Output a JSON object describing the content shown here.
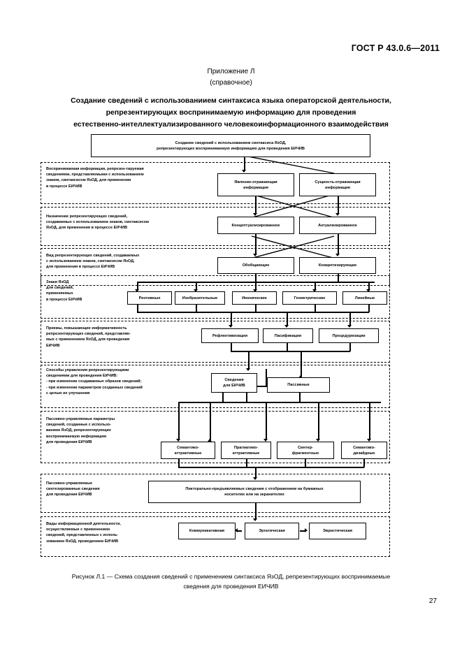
{
  "header": {
    "standard": "ГОСТ Р 43.0.6—2011",
    "appendix": "Приложение Л",
    "appendix_kind": "(справочное)",
    "title_line1": "Создание сведений с использованиием синтаксиса языка операторской деятельности,",
    "title_line2": "репрезентирующих воспринимаемую информацию для проведения",
    "title_line3": "естественно-интеллектуализированного человекоинформационного  взаимодействия"
  },
  "figure": {
    "root_box": "Создание сведений с использованием синтаксиса ЯзОД,\nрепрезентирующих воспринимаемую информацию для проведения ЕИЧИВ",
    "rows": [
      {
        "label": "Воспринимаемая информация, репрезен-тируемая\nсведениями, представляемыми с использованием\nзнаков, синтаксисом ЯзОД, для применения\nв процессе ЕИЧИВ",
        "nodes": [
          "Явление-отражающая\nинформация",
          "Сущность-отражающая\nинформация"
        ]
      },
      {
        "label": "Назначение репрезентирующих сведений,\nсоздаваемых с использованием знаков, синтаксисом\nЯзОД, для применения в процессе ЕИЧИВ",
        "nodes": [
          "Концептуализированное",
          "Актуализированное"
        ]
      },
      {
        "label": "Вид репрезентирующих сведений, создаваемых\nс использованием знаков, синтаксисом ЯзОД,\nдля применения в процессе ЕИЧИВ",
        "nodes": [
          "Обобщающие",
          "Конкретизирующие"
        ]
      },
      {
        "label": "Знаки ЯзОД\nдля сведений,\nприменяемых\nв процессе ЕИЧИВ",
        "nodes": [
          "Реотивные",
          "Изобразительные",
          "Иконические",
          "Геометрические",
          "Линейные"
        ]
      },
      {
        "label": "Приемы, повышающие информативность\nрепрезентирующих сведений, представляе-\nмых с применением ЯзОД, для проведения\nЕИЧИВ",
        "nodes": [
          "Рефлективизации",
          "Пасификации",
          "Процедуризации"
        ]
      },
      {
        "label": "Способы управления репрезентирующими\nсведениями для проведения ЕИЧИВ:\n- при изменении создаваемых образов сведений;\n- при изменении параметров созданных сведений\nс целью их улучшения",
        "nodes": [
          "Сведения\nдля ЕИЧИВ",
          "Пассивные"
        ]
      },
      {
        "label": "Пассивно-управляемые параметры\nсведений, созданные с использо-\nванием ЯзОД, репрезентирующих\nвоспринимаемую информацию\nдля проведения ЕИЧИВ",
        "nodes": [
          "Семантико-\nаттрактивные",
          "Прагматико-\nаттрактивные",
          "Синтер-\nфрагментные",
          "Семантико-\nдизайдные"
        ]
      },
      {
        "label": "Пассивно-управляемые\nсинтезированные сведения\nдля проведения ЕИЧИВ",
        "nodes": [
          "Пикторально-предъявляемые сведения с отображением  на бумажных\nносителях или на экранителях"
        ]
      },
      {
        "label": "Виды информационной деятельности,\nосуществляемые с применением\nсведений, представленных с исполь-\nзованием ЯзОД, проведением ЕИЧИВ",
        "nodes": [
          "Коммуникативная",
          "Эргатическая",
          "Эвристическая"
        ]
      }
    ]
  },
  "caption": {
    "line1": "Рисунок Л.1 — Схема создания сведений с применением синтаксиса ЯзОД, репрезентирующих воспринимаемые",
    "line2": "сведения для проведения ЕИЧИВ"
  },
  "folio": "27"
}
